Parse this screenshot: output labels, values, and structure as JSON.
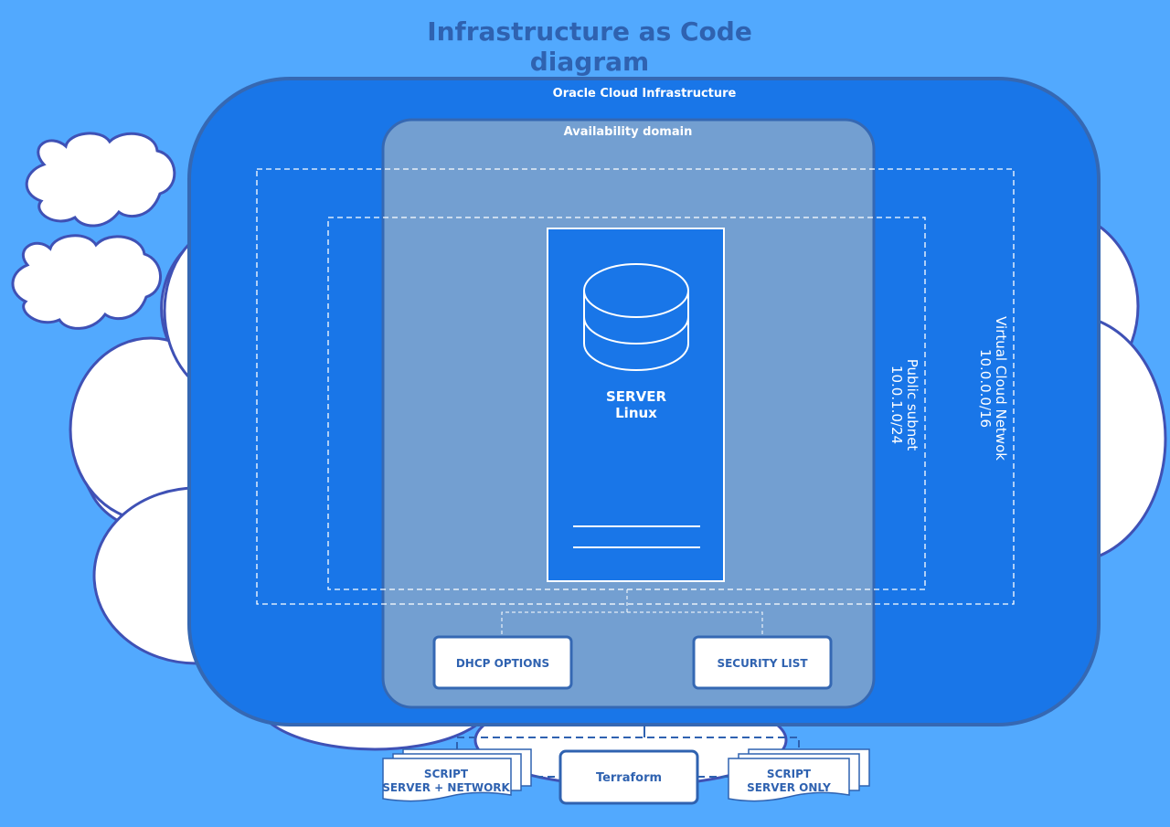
{
  "title": "Infrastructure as Code\ndiagram",
  "regions": {
    "cloud_label": "Oracle Cloud Infrastructure",
    "availability_domain_label": "Availability domain",
    "vcn_name": "Virtual Cloud Netwok",
    "vcn_cidr": "10.0.0.0/16",
    "subnet_name": "Public subnet",
    "subnet_cidr": "10.0.1.0/24"
  },
  "server": {
    "title": "SERVER",
    "os": "Linux"
  },
  "boxes": {
    "dhcp": "DHCP OPTIONS",
    "security_list": "SECURITY LIST",
    "terraform": "Terraform"
  },
  "scripts": {
    "left": {
      "line1": "SCRIPT",
      "line2": "SERVER + NETWORK"
    },
    "right": {
      "line1": "SCRIPT",
      "line2": "SERVER ONLY"
    }
  },
  "colors": {
    "background": "#52a9fe",
    "cloud_container": "#1976e8",
    "container_border": "#3568b3",
    "availability_domain": "#739fd1",
    "cloud_outline": "#3f51b5",
    "label_text": "#2f62b0",
    "white": "#ffffff"
  },
  "icons": {
    "server": "database-cylinder-icon",
    "document": "document-stack-icon",
    "background": "cloud-shape-icon"
  }
}
